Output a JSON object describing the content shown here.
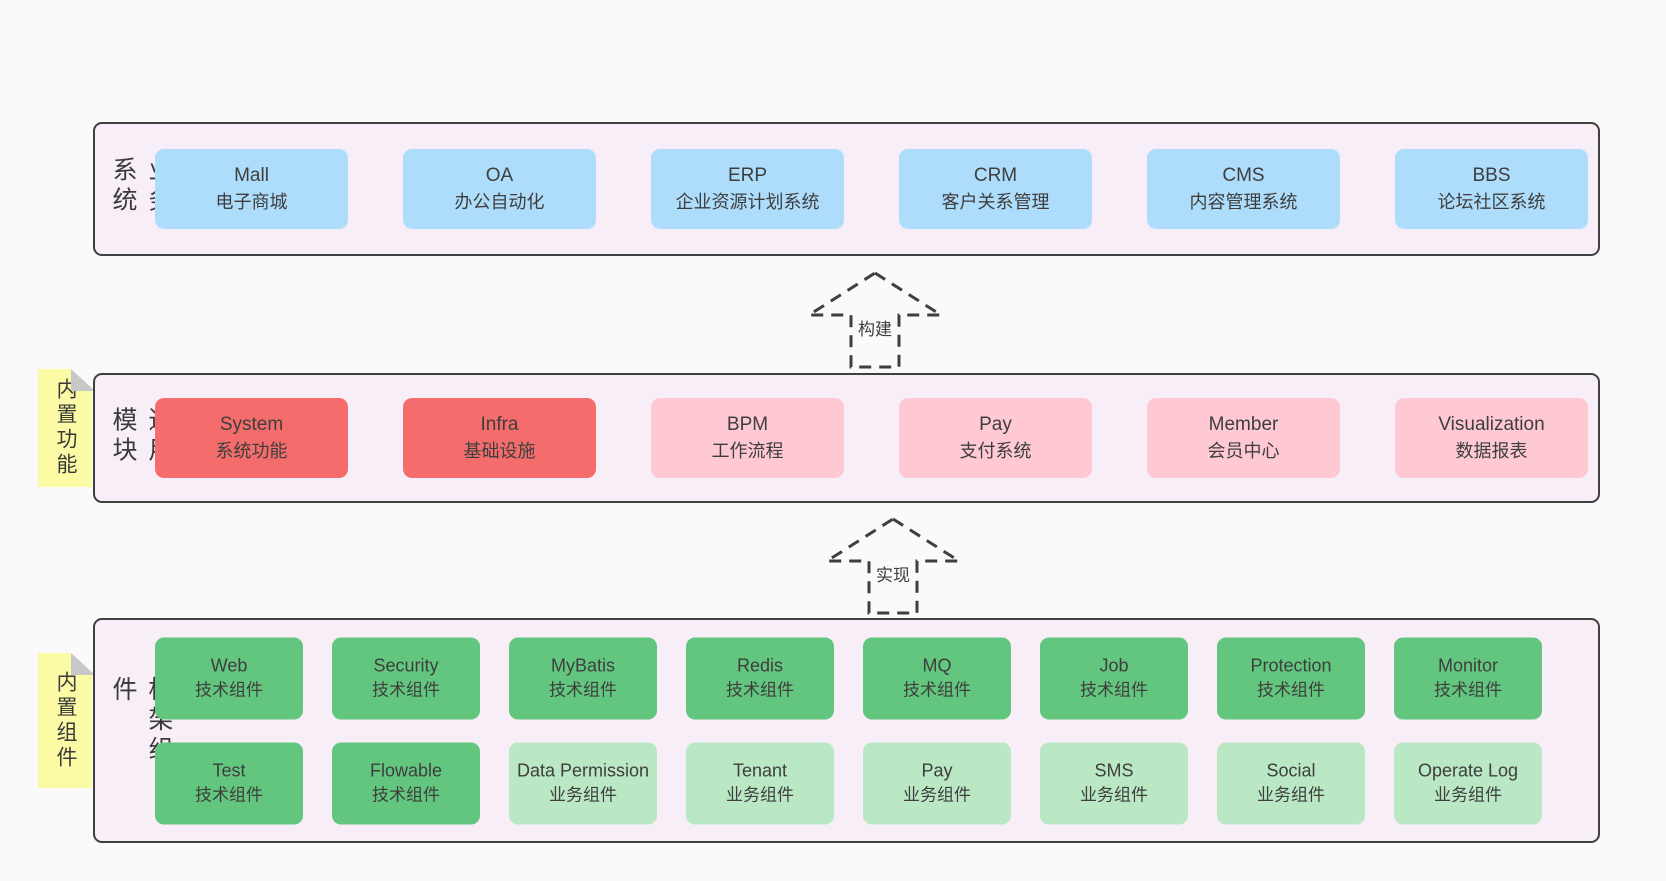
{
  "colors": {
    "page_bg": "#fafafa",
    "band_bg": "#f8eef7",
    "band_border": "#3f3f3f",
    "box_text": "#3e3e3e",
    "blue": "#aeddfb",
    "red": "#f56c6c",
    "pink": "#ffc9d3",
    "green": "#63c67e",
    "lightgreen": "#bae7c4",
    "note_yellow": "#fbfba6",
    "note_fold": "#c8c8c8",
    "label_text": "#3a3a3a",
    "arrow_color": "#3f3f3f"
  },
  "arrows": [
    {
      "label": "构建"
    },
    {
      "label": "实现"
    }
  ],
  "bands": [
    {
      "label": "业务系统",
      "boxes": [
        {
          "title": "Mall",
          "subtitle": "电子商城",
          "variant": "blue"
        },
        {
          "title": "OA",
          "subtitle": "办公自动化",
          "variant": "blue"
        },
        {
          "title": "ERP",
          "subtitle": "企业资源计划系统",
          "variant": "blue"
        },
        {
          "title": "CRM",
          "subtitle": "客户关系管理",
          "variant": "blue"
        },
        {
          "title": "CMS",
          "subtitle": "内容管理系统",
          "variant": "blue"
        },
        {
          "title": "BBS",
          "subtitle": "论坛社区系统",
          "variant": "blue"
        }
      ]
    },
    {
      "label": "通用模块",
      "note": "内置功能",
      "boxes": [
        {
          "title": "System",
          "subtitle": "系统功能",
          "variant": "red"
        },
        {
          "title": "Infra",
          "subtitle": "基础设施",
          "variant": "red"
        },
        {
          "title": "BPM",
          "subtitle": "工作流程",
          "variant": "pink"
        },
        {
          "title": "Pay",
          "subtitle": "支付系统",
          "variant": "pink"
        },
        {
          "title": "Member",
          "subtitle": "会员中心",
          "variant": "pink"
        },
        {
          "title": "Visualization",
          "subtitle": "数据报表",
          "variant": "pink"
        }
      ]
    },
    {
      "label": "框架组件",
      "note": "内置组件",
      "rows": [
        {
          "boxes": [
            {
              "title": "Web",
              "subtitle": "技术组件",
              "variant": "green"
            },
            {
              "title": "Security",
              "subtitle": "技术组件",
              "variant": "green"
            },
            {
              "title": "MyBatis",
              "subtitle": "技术组件",
              "variant": "green"
            },
            {
              "title": "Redis",
              "subtitle": "技术组件",
              "variant": "green"
            },
            {
              "title": "MQ",
              "subtitle": "技术组件",
              "variant": "green"
            },
            {
              "title": "Job",
              "subtitle": "技术组件",
              "variant": "green"
            },
            {
              "title": "Protection",
              "subtitle": "技术组件",
              "variant": "green"
            },
            {
              "title": "Monitor",
              "subtitle": "技术组件",
              "variant": "green"
            }
          ]
        },
        {
          "boxes": [
            {
              "title": "Test",
              "subtitle": "技术组件",
              "variant": "green"
            },
            {
              "title": "Flowable",
              "subtitle": "技术组件",
              "variant": "green"
            },
            {
              "title": "Data Permission",
              "subtitle": "业务组件",
              "variant": "lightgreen"
            },
            {
              "title": "Tenant",
              "subtitle": "业务组件",
              "variant": "lightgreen"
            },
            {
              "title": "Pay",
              "subtitle": "业务组件",
              "variant": "lightgreen"
            },
            {
              "title": "SMS",
              "subtitle": "业务组件",
              "variant": "lightgreen"
            },
            {
              "title": "Social",
              "subtitle": "业务组件",
              "variant": "lightgreen"
            },
            {
              "title": "Operate Log",
              "subtitle": "业务组件",
              "variant": "lightgreen"
            }
          ]
        }
      ]
    }
  ]
}
